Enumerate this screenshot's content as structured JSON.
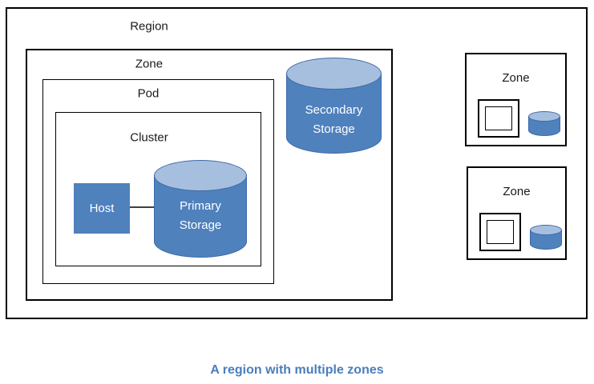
{
  "diagram": {
    "region_label": "Region",
    "zone_label": "Zone",
    "pod_label": "Pod",
    "cluster_label": "Cluster",
    "host_label": "Host",
    "primary_storage_lines": [
      "Primary",
      "Storage"
    ],
    "secondary_storage_lines": [
      "Secondary",
      "Storage"
    ],
    "small_zone_top_label": "Zone",
    "small_zone_bottom_label": "Zone",
    "caption": "A region with multiple zones",
    "colors": {
      "cylinder_body": "#4f81bd",
      "cylinder_top": "#a7bfde",
      "cylinder_outline": "#3e6aa8",
      "host_fill": "#4f81bd",
      "caption_text": "#4a7ebb",
      "box_border": "#000000",
      "label_text": "#1a1a1a",
      "connector": "#404040"
    }
  }
}
